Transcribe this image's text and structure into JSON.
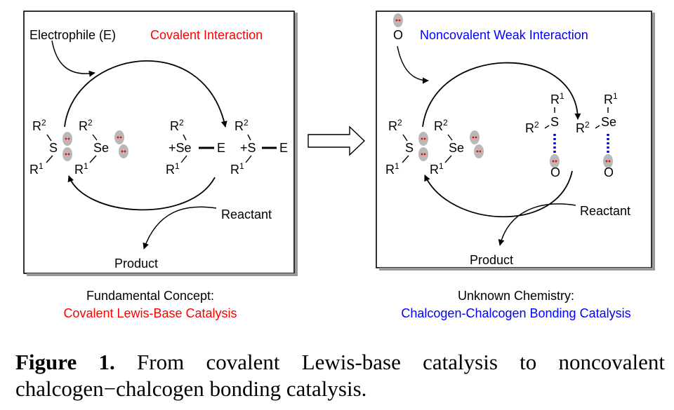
{
  "left_panel": {
    "electrophile_label": "Electrophile (E)",
    "interaction_label": "Covalent Interaction",
    "interaction_color": "#ff0000",
    "reactant_label": "Reactant",
    "product_label": "Product",
    "species": {
      "s_atom": "S",
      "se_atom": "Se",
      "r1": "R",
      "r1_sup": "1",
      "r2": "R",
      "r2_sup": "2",
      "se_cation": "+Se",
      "s_cation": "+S",
      "electrophile": "E"
    }
  },
  "right_panel": {
    "oxygen_label": "O",
    "interaction_label": "Noncovalent Weak Interaction",
    "interaction_color": "#0000ff",
    "reactant_label": "Reactant",
    "product_label": "Product",
    "species": {
      "s_atom": "S",
      "se_atom": "Se",
      "r1": "R",
      "r1_sup": "1",
      "r2": "R",
      "r2_sup": "2",
      "oxygen": "O"
    }
  },
  "left_caption": {
    "line1": "Fundamental Concept:",
    "line2": "Covalent Lewis-Base Catalysis",
    "line2_color": "#ff0000"
  },
  "right_caption": {
    "line1": "Unknown Chemistry:",
    "line2": "Chalcogen-Chalcogen Bonding Catalysis",
    "line2_color": "#0000ff"
  },
  "figure_caption": {
    "lead": "Figure 1.",
    "text": "From covalent Lewis-base catalysis to noncovalent chalcogen−chalcogen bonding catalysis."
  }
}
